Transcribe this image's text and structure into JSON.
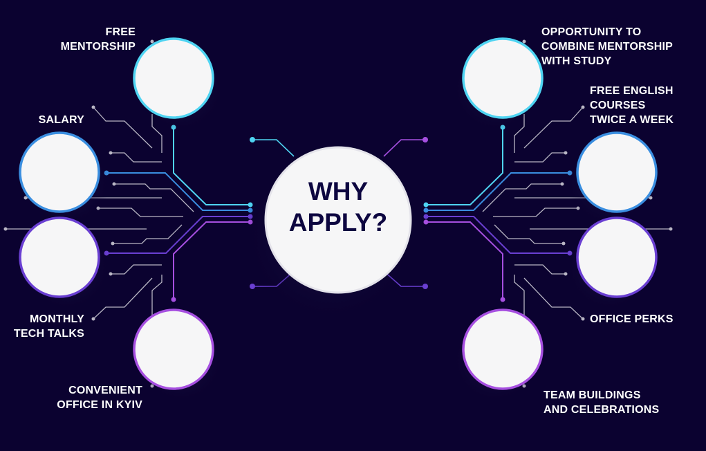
{
  "title": "WHY APPLY?",
  "title_lines": [
    "WHY",
    "APPLY?"
  ],
  "benefits_left": [
    {
      "lines": [
        "FREE",
        "MENTORSHIP"
      ]
    },
    {
      "lines": [
        "SALARY"
      ]
    },
    {
      "lines": [
        "MONTHLY",
        "TECH TALKS"
      ]
    },
    {
      "lines": [
        "CONVENIENT",
        "OFFICE IN KYIV"
      ]
    }
  ],
  "benefits_right": [
    {
      "lines": [
        "OPPORTUNITY TO",
        "COMBINE MENTORSHIP",
        "WITH STUDY"
      ]
    },
    {
      "lines": [
        "FREE ENGLISH",
        "COURSES",
        "TWICE A WEEK"
      ]
    },
    {
      "lines": [
        "OFFICE PERKS"
      ]
    },
    {
      "lines": [
        "TEAM BUILDINGS",
        "AND CELEBRATIONS"
      ]
    }
  ],
  "colors": {
    "background": "#0b0230",
    "cyan": "#4fd4f2",
    "blue": "#3a8ee0",
    "purple": "#6a3fd2",
    "violet": "#a64fe0",
    "gray": "#b9b6c4"
  }
}
